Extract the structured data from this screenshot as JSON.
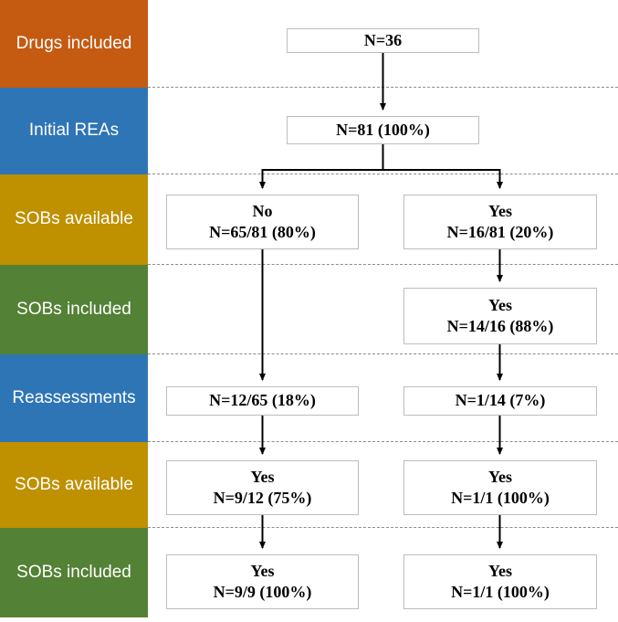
{
  "colors": {
    "orange": "#C55A11",
    "blue": "#2E75B6",
    "gold": "#BF9000",
    "green": "#538135",
    "box_border": "#BDBDBD",
    "arrow": "#000000",
    "separator": "#8C8C8C"
  },
  "sidebar": {
    "items": [
      {
        "label": "Drugs included",
        "color_key": "orange"
      },
      {
        "label": "Initial REAs",
        "color_key": "blue"
      },
      {
        "label": "SOBs available",
        "color_key": "gold"
      },
      {
        "label": "SOBs included",
        "color_key": "green"
      },
      {
        "label": "Reassessments",
        "color_key": "blue"
      },
      {
        "label": "SOBs available",
        "color_key": "gold"
      },
      {
        "label": "SOBs included",
        "color_key": "green"
      }
    ]
  },
  "flow": {
    "boxes": [
      {
        "line1": "N=36"
      },
      {
        "line1": "N=81 (100%)"
      },
      {
        "line1": "No",
        "line2": "N=65/81 (80%)"
      },
      {
        "line1": "Yes",
        "line2": "N=16/81 (20%)"
      },
      {
        "line1": "Yes",
        "line2": "N=14/16 (88%)"
      },
      {
        "line1": "N=12/65 (18%)"
      },
      {
        "line1": "N=1/14 (7%)"
      },
      {
        "line1": "Yes",
        "line2": "N=9/12 (75%)"
      },
      {
        "line1": "Yes",
        "line2": "N=1/1 (100%)"
      },
      {
        "line1": "Yes",
        "line2": "N=9/9 (100%)"
      },
      {
        "line1": "Yes",
        "line2": "N=1/1 (100%)"
      }
    ]
  }
}
